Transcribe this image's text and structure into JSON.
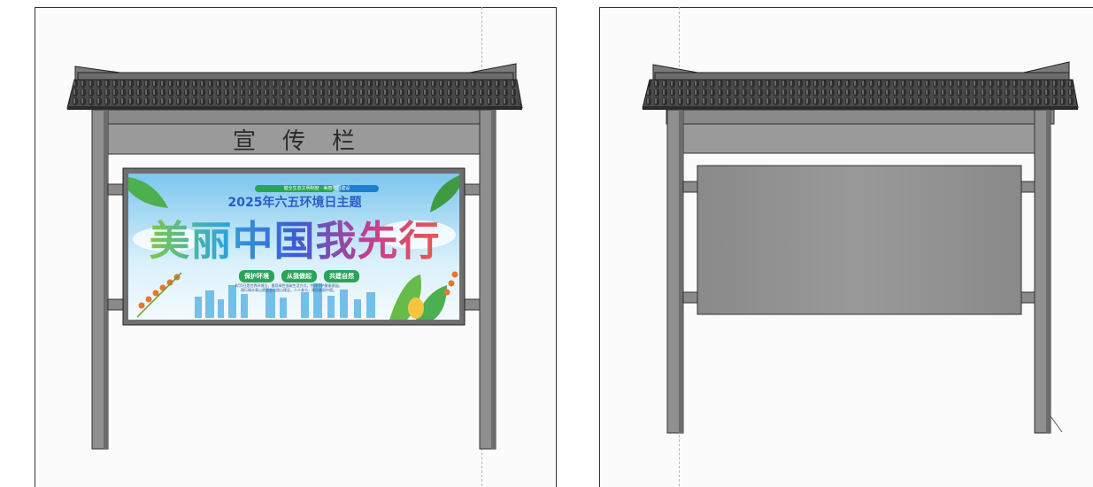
{
  "left_board": {
    "header_title_chars": [
      "宣",
      "传",
      "栏"
    ],
    "poster": {
      "top_badge": "健全生态文明制度 · 美丽中国建设",
      "subtitle": "2025年六五环境日主题",
      "headline": "美丽中国我先行",
      "tags": [
        "保护环境",
        "从我做起",
        "共建自然"
      ],
      "body_line_1": "6月5日是世界环境日，倡导绿色低碳生活方式，共同守护美丽家园。",
      "body_line_2": "践行绿水青山就是金山银山理念，人人参与，建设美丽中国。"
    }
  },
  "right_board": {
    "poster_state": "blank"
  },
  "colors": {
    "roof_tile": "#3a3a3a",
    "frame": "#8a8a8a",
    "frame_dark": "#555555",
    "board_blank": "#8c8c8c",
    "poster_sky": "#9ad3f0",
    "poster_green": "#2aa35a"
  },
  "icons": [
    "roof-tiles-icon",
    "leaf-icon",
    "grain-stalk-icon",
    "city-skyline-icon"
  ]
}
